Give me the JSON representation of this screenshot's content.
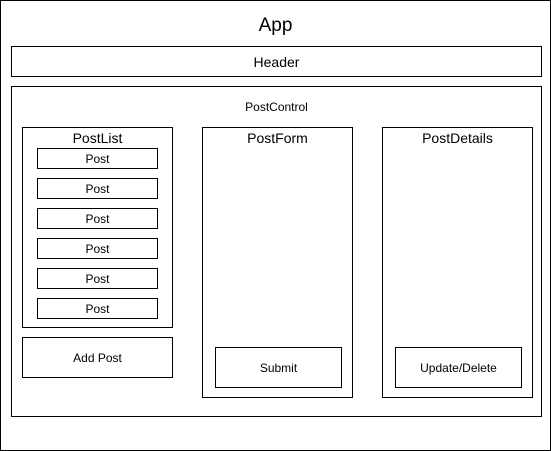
{
  "app": {
    "title": "App"
  },
  "header": {
    "title": "Header"
  },
  "post_control": {
    "title": "PostControl",
    "post_list": {
      "title": "PostList",
      "items": [
        "Post",
        "Post",
        "Post",
        "Post",
        "Post",
        "Post"
      ]
    },
    "add_post": {
      "label": "Add Post"
    },
    "post_form": {
      "title": "PostForm",
      "submit": {
        "label": "Submit"
      }
    },
    "post_details": {
      "title": "PostDetails",
      "update_delete": {
        "label": "Update/Delete"
      }
    }
  }
}
